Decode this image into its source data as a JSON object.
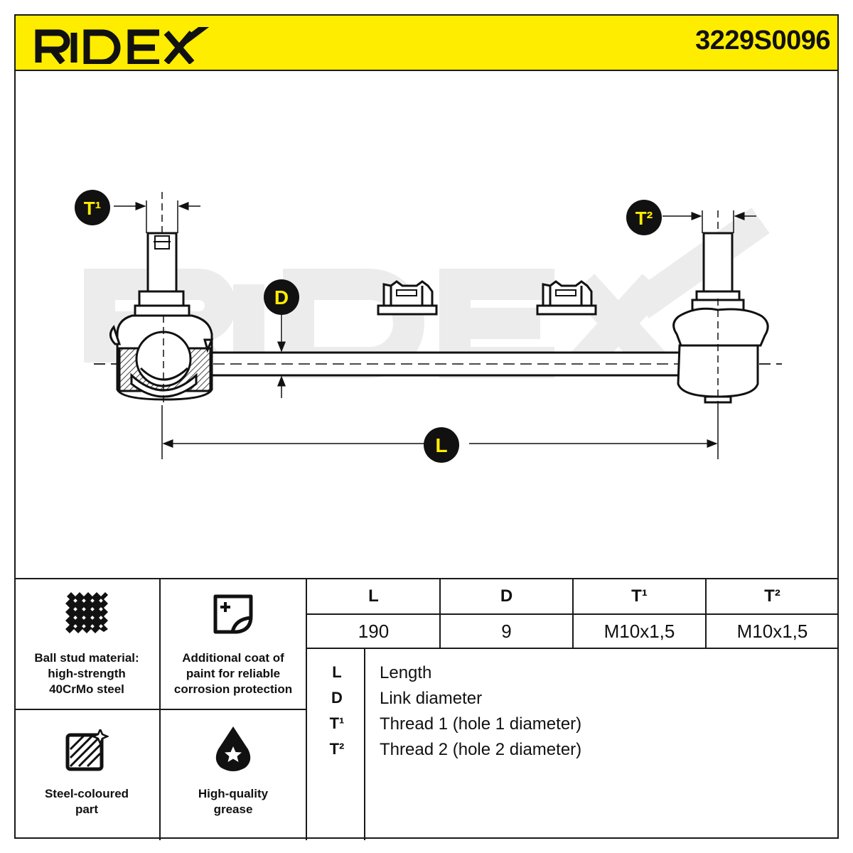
{
  "header": {
    "brand": "RIDEX",
    "part_number": "3229S0096",
    "accent_color": "#ffed00"
  },
  "drawing": {
    "watermark": "RIDEX",
    "labels": {
      "t1": "T¹",
      "t2": "T²",
      "d": "D",
      "l": "L"
    }
  },
  "features": [
    {
      "icon": "material-mesh-icon",
      "text_lines": [
        "Ball stud material:",
        "high-strength",
        "40CrMo steel"
      ]
    },
    {
      "icon": "paint-coat-icon",
      "text_lines": [
        "Additional coat of",
        "paint for reliable",
        "corrosion protection"
      ]
    },
    {
      "icon": "steel-coloured-icon",
      "text_lines": [
        "Steel-coloured",
        "part"
      ]
    },
    {
      "icon": "grease-drop-icon",
      "text_lines": [
        "High-quality",
        "grease"
      ]
    }
  ],
  "specs": {
    "headers": [
      "L",
      "D",
      "T¹",
      "T²"
    ],
    "values": [
      "190",
      "9",
      "M10x1,5",
      "M10x1,5"
    ]
  },
  "legend": [
    {
      "key": "L",
      "desc": "Length"
    },
    {
      "key": "D",
      "desc": "Link diameter"
    },
    {
      "key": "T¹",
      "desc": "Thread 1 (hole 1 diameter)"
    },
    {
      "key": "T²",
      "desc": "Thread 2 (hole 2 diameter)"
    }
  ]
}
